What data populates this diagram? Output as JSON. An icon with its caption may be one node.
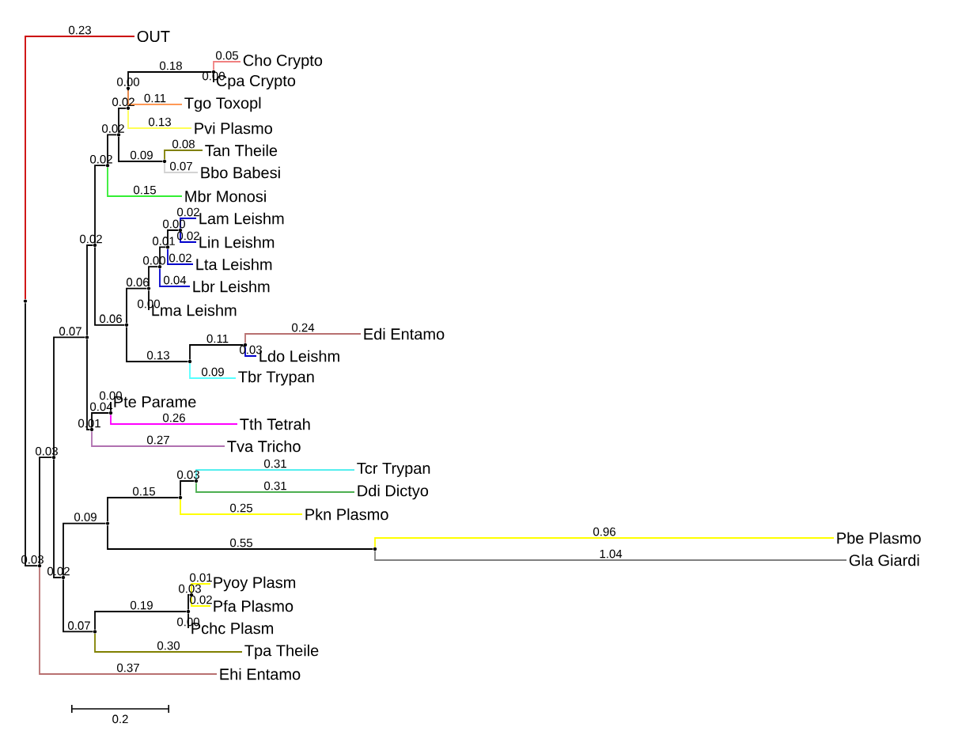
{
  "diagram": {
    "nodes": [
      {
        "text": [
          "OUT"
        ]
      },
      {
        "text": [
          "Cho Crypto"
        ]
      },
      {
        "text": [
          "Cpa Crypto"
        ]
      },
      {
        "text": [
          "Tgo Toxopl"
        ]
      },
      {
        "text": [
          "Pvi Plasmo"
        ]
      },
      {
        "text": [
          "Tan Theile"
        ]
      },
      {
        "text": [
          "Bbo Babesi"
        ]
      },
      {
        "text": [
          "Mbr Monosi"
        ]
      },
      {
        "text": [
          "Lam Leishm"
        ]
      },
      {
        "text": [
          "Lin Leishm"
        ]
      },
      {
        "text": [
          "Lta Leishm"
        ]
      },
      {
        "text": [
          "Lbr Leishm"
        ]
      },
      {
        "text": [
          "Lma Leishm"
        ]
      },
      {
        "text": [
          "Edi Entamo"
        ]
      },
      {
        "text": [
          "Ldo Leishm"
        ]
      },
      {
        "text": [
          "Tbr Trypan"
        ]
      },
      {
        "text": [
          "Pte Parame"
        ]
      },
      {
        "text": [
          "Tth Tetrah"
        ]
      },
      {
        "text": [
          "Tva Tricho"
        ]
      },
      {
        "text": [
          "Tcr Trypan"
        ]
      },
      {
        "text": [
          "Ddi Dictyo"
        ]
      },
      {
        "text": [
          "Pkn Plasmo"
        ]
      },
      {
        "text": [
          "Pbe Plasmo"
        ]
      },
      {
        "text": [
          "Gla Giardi"
        ]
      },
      {
        "text": [
          "Pyoy Plasm"
        ]
      },
      {
        "text": [
          "Pfa Plasmo"
        ]
      },
      {
        "text": [
          "Pchc Plasm"
        ]
      },
      {
        "text": [
          "Tpa Theile"
        ]
      },
      {
        "text": [
          "Ehi Entamo"
        ]
      },
      {
        "text": [],
        "shape": "point"
      },
      {
        "text": [],
        "shape": "point"
      },
      {
        "text": [],
        "shape": "point"
      },
      {
        "text": [],
        "shape": "point"
      },
      {
        "text": [],
        "shape": "point"
      },
      {
        "text": [],
        "shape": "point"
      },
      {
        "text": [],
        "shape": "point"
      },
      {
        "text": [],
        "shape": "point"
      },
      {
        "text": [],
        "shape": "point"
      },
      {
        "text": [],
        "shape": "point"
      },
      {
        "text": [],
        "shape": "point"
      },
      {
        "text": [],
        "shape": "point"
      },
      {
        "text": [],
        "shape": "point"
      },
      {
        "text": [],
        "shape": "point"
      },
      {
        "text": [],
        "shape": "point"
      },
      {
        "text": [],
        "shape": "point"
      },
      {
        "text": [],
        "shape": "point"
      },
      {
        "text": [],
        "shape": "point"
      },
      {
        "text": [],
        "shape": "point"
      },
      {
        "text": [],
        "shape": "point"
      },
      {
        "text": [],
        "shape": "point"
      },
      {
        "text": [],
        "shape": "point"
      },
      {
        "text": [],
        "shape": "point"
      },
      {
        "text": [],
        "shape": "point"
      },
      {
        "text": [],
        "shape": "point"
      },
      {
        "text": [],
        "shape": "point"
      },
      {
        "text": [],
        "shape": "point"
      },
      {
        "text": [],
        "shape": "point"
      }
    ],
    "edges": [
      {
        "from": 29,
        "to": 0,
        "arrow": "none",
        "label": "0.23",
        "color": "#cc0000"
      },
      {
        "from": 29,
        "to": 30,
        "arrow": "none",
        "label": "0.03"
      },
      {
        "from": 30,
        "to": 31,
        "arrow": "none",
        "label": "0.03"
      },
      {
        "from": 30,
        "to": 28,
        "arrow": "none",
        "label": "0.37",
        "color": "#b87070"
      },
      {
        "from": 31,
        "to": 32,
        "arrow": "none",
        "label": "0.07"
      },
      {
        "from": 31,
        "to": 49,
        "arrow": "none",
        "label": "0.02"
      },
      {
        "from": 32,
        "to": 33,
        "arrow": "none",
        "label": "0.02"
      },
      {
        "from": 32,
        "to": 47,
        "arrow": "none",
        "label": "0.01"
      },
      {
        "from": 33,
        "to": 34,
        "arrow": "none",
        "label": "0.02"
      },
      {
        "from": 33,
        "to": 40,
        "arrow": "none",
        "label": "0.06"
      },
      {
        "from": 34,
        "to": 35,
        "arrow": "none",
        "label": "0.02"
      },
      {
        "from": 34,
        "to": 7,
        "arrow": "none",
        "label": "0.15",
        "color": "#33ee33"
      },
      {
        "from": 35,
        "to": 36,
        "arrow": "none",
        "label": "0.02"
      },
      {
        "from": 35,
        "to": 39,
        "arrow": "none",
        "label": "0.09"
      },
      {
        "from": 36,
        "to": 37,
        "arrow": "none",
        "label": "0.00"
      },
      {
        "from": 36,
        "to": 4,
        "arrow": "none",
        "label": "0.13",
        "color": "#ffff55"
      },
      {
        "from": 37,
        "to": 38,
        "arrow": "none",
        "label": "0.18"
      },
      {
        "from": 37,
        "to": 3,
        "arrow": "none",
        "label": "0.11",
        "color": "#ff9955"
      },
      {
        "from": 38,
        "to": 1,
        "arrow": "none",
        "label": "0.05",
        "color": "#f08080"
      },
      {
        "from": 38,
        "to": 2,
        "arrow": "none",
        "label": "0.00"
      },
      {
        "from": 39,
        "to": 5,
        "arrow": "none",
        "label": "0.08",
        "color": "#808000"
      },
      {
        "from": 39,
        "to": 6,
        "arrow": "none",
        "label": "0.07",
        "color": "#d3d3d3"
      },
      {
        "from": 40,
        "to": 41,
        "arrow": "none",
        "label": "0.06"
      },
      {
        "from": 40,
        "to": 45,
        "arrow": "none",
        "label": "0.13"
      },
      {
        "from": 41,
        "to": 42,
        "arrow": "none",
        "label": "0.00"
      },
      {
        "from": 41,
        "to": 12,
        "arrow": "none",
        "label": "0.00"
      },
      {
        "from": 42,
        "to": 43,
        "arrow": "none",
        "label": "0.01"
      },
      {
        "from": 42,
        "to": 11,
        "arrow": "none",
        "label": "0.04",
        "color": "#0000cc"
      },
      {
        "from": 43,
        "to": 44,
        "arrow": "none",
        "label": "0.00"
      },
      {
        "from": 43,
        "to": 10,
        "arrow": "none",
        "label": "0.02",
        "color": "#0000cc"
      },
      {
        "from": 44,
        "to": 8,
        "arrow": "none",
        "label": "0.02",
        "color": "#0000cc"
      },
      {
        "from": 44,
        "to": 9,
        "arrow": "none",
        "label": "0.02",
        "color": "#0000cc"
      },
      {
        "from": 45,
        "to": 46,
        "arrow": "none",
        "label": "0.11"
      },
      {
        "from": 45,
        "to": 15,
        "arrow": "none",
        "label": "0.09",
        "color": "#55ffff"
      },
      {
        "from": 46,
        "to": 13,
        "arrow": "none",
        "label": "0.24",
        "color": "#b87070"
      },
      {
        "from": 46,
        "to": 14,
        "arrow": "none",
        "label": "0.03",
        "color": "#0000cc"
      },
      {
        "from": 47,
        "to": 48,
        "arrow": "none",
        "label": "0.04"
      },
      {
        "from": 47,
        "to": 18,
        "arrow": "none",
        "label": "0.27",
        "color": "#b070b0"
      },
      {
        "from": 48,
        "to": 16,
        "arrow": "none",
        "label": "0.00"
      },
      {
        "from": 48,
        "to": 17,
        "arrow": "none",
        "label": "0.26",
        "color": "#ff00ff"
      },
      {
        "from": 49,
        "to": 50,
        "arrow": "none",
        "label": "0.09"
      },
      {
        "from": 49,
        "to": 54,
        "arrow": "none",
        "label": "0.07"
      },
      {
        "from": 50,
        "to": 51,
        "arrow": "none",
        "label": "0.15"
      },
      {
        "from": 50,
        "to": 53,
        "arrow": "none",
        "label": "0.55"
      },
      {
        "from": 51,
        "to": 52,
        "arrow": "none",
        "label": "0.03"
      },
      {
        "from": 51,
        "to": 21,
        "arrow": "none",
        "label": "0.25",
        "color": "#ffff00"
      },
      {
        "from": 52,
        "to": 19,
        "arrow": "none",
        "label": "0.31",
        "color": "#55eeee"
      },
      {
        "from": 52,
        "to": 20,
        "arrow": "none",
        "label": "0.31",
        "color": "#4caf50"
      },
      {
        "from": 53,
        "to": 22,
        "arrow": "none",
        "label": "0.96",
        "color": "#ffff00"
      },
      {
        "from": 53,
        "to": 23,
        "arrow": "none",
        "label": "1.04",
        "color": "#808080"
      },
      {
        "from": 54,
        "to": 55,
        "arrow": "none",
        "label": "0.19"
      },
      {
        "from": 54,
        "to": 27,
        "arrow": "none",
        "label": "0.30",
        "color": "#808000"
      },
      {
        "from": 55,
        "to": 56,
        "arrow": "none",
        "label": "0.03"
      },
      {
        "from": 55,
        "to": 26,
        "arrow": "none",
        "label": "0.00"
      },
      {
        "from": 56,
        "to": 24,
        "arrow": "none",
        "label": "0.01",
        "color": "#ffff00"
      },
      {
        "from": 56,
        "to": 25,
        "arrow": "none",
        "label": "0.02",
        "color": "#ffff00"
      }
    ],
    "labels": [
      "0.2"
    ]
  }
}
